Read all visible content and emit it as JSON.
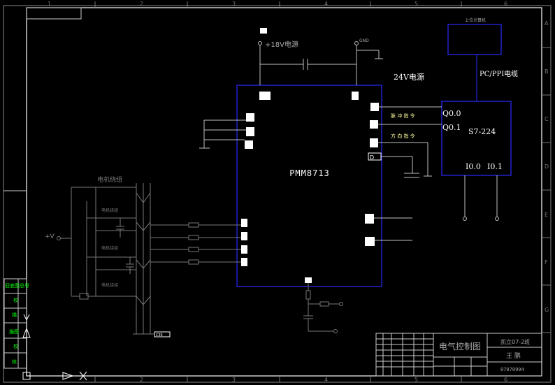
{
  "frame": {
    "column_numbers": [
      "1",
      "2",
      "3",
      "4",
      "5",
      "6"
    ],
    "row_letters": [
      "A",
      "B",
      "C",
      "D",
      "E",
      "F",
      "G"
    ]
  },
  "chip": {
    "label": "PMM8713"
  },
  "plc": {
    "label": "S7-224",
    "outputs": [
      "Q0.0",
      "Q0.1"
    ],
    "inputs": [
      "I0.0",
      "I0.1"
    ]
  },
  "computer": {
    "label": "上位计算机"
  },
  "labels": {
    "supply_18v": "+18V电源",
    "gnd": "GND",
    "supply_24v": "24V电源",
    "pc_ppi": "PC/PPI电缆",
    "pulse_cmd": "脉 冲 指 令",
    "dir_cmd": "方 向 指 令",
    "motor_winding": "电机绕组",
    "coil_a": "电机绕组",
    "coil_b": "电机绕组",
    "coil_c": "电机绕组",
    "plus_v": "+V",
    "pin_d": "D",
    "small_tag": "C35"
  },
  "side_panel": {
    "items": [
      "旧底图总号",
      "校",
      "描",
      "描图",
      "校",
      "核"
    ]
  },
  "title_block": {
    "drawing_title": "电气控制图",
    "project": "凯立07-2班",
    "designer": "王 鹏",
    "number": "07070994"
  },
  "colors": {
    "frame": "#ffffff",
    "wire": "#bfbfbf",
    "chip_border": "#2a2aff",
    "text_yellow": "#ffff66",
    "text_white": "#ffffff",
    "text_gray": "#a8a8a8",
    "panel_green": "#00ff00"
  }
}
